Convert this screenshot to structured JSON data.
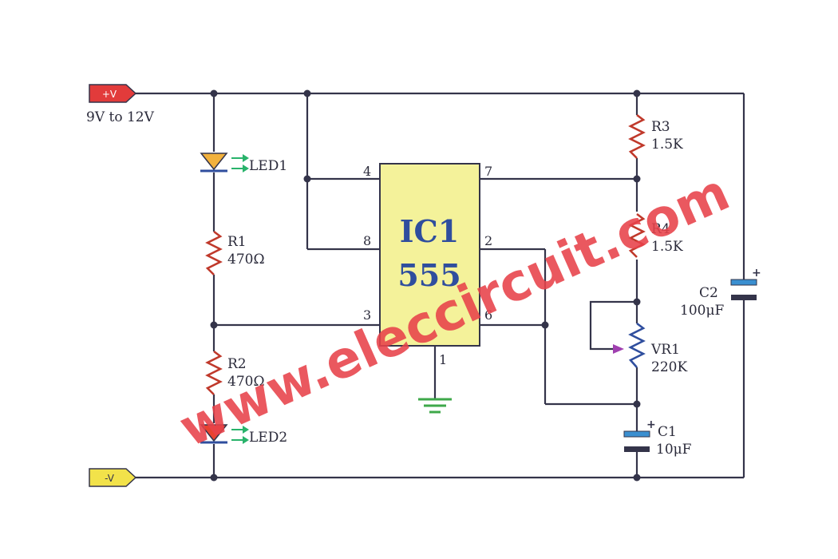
{
  "colors": {
    "wire": "#34344a",
    "ic_body": "#f4f29a",
    "ic_text": "#2f4e9e",
    "resistor": "#c0392b",
    "led1": "#f2b13c",
    "led2": "#e8432f",
    "led_arrow": "#29b36b",
    "plus_terminal": "#e23b3b",
    "minus_terminal": "#f2e24a",
    "capacitor_plate": "#3a8fd0",
    "ground": "#3ea84a",
    "wiper": "#a040b0",
    "watermark": "#e8424a"
  },
  "terminals": {
    "plus_label": "+V",
    "minus_label": "-V",
    "supply_note": "9V to 12V"
  },
  "ic": {
    "line1": "IC1",
    "line2": "555",
    "pins": {
      "p4": "4",
      "p8": "8",
      "p3": "3",
      "p7": "7",
      "p2": "2",
      "p6": "6",
      "p1": "1"
    }
  },
  "components": {
    "led1": {
      "name": "LED1"
    },
    "led2": {
      "name": "LED2"
    },
    "r1": {
      "name": "R1",
      "value": "470Ω"
    },
    "r2": {
      "name": "R2",
      "value": "470Ω"
    },
    "r3": {
      "name": "R3",
      "value": "1.5K"
    },
    "r4": {
      "name": "R4",
      "value": "1.5K"
    },
    "vr1": {
      "name": "VR1",
      "value": "220K"
    },
    "c1": {
      "name": "C1",
      "value": "10μF",
      "polarity": "+"
    },
    "c2": {
      "name": "C2",
      "value": "100μF",
      "polarity": "+"
    }
  },
  "watermark": "www.eleccircuit.com"
}
